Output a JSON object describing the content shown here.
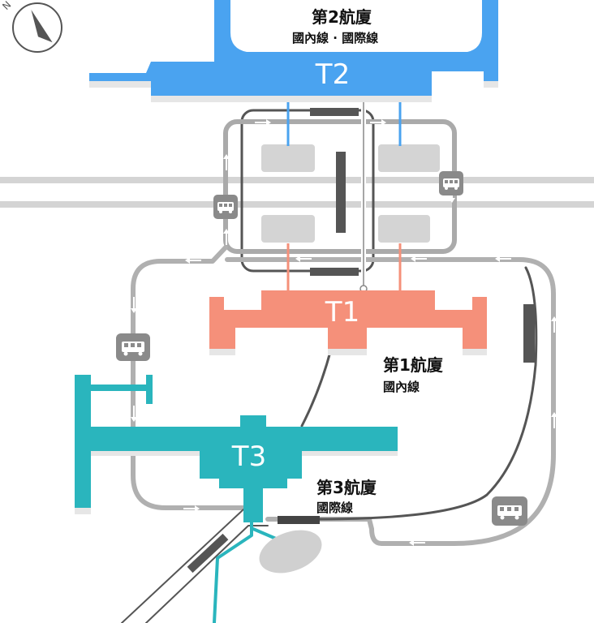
{
  "compass": {
    "letter": "N",
    "icon": "compass-icon"
  },
  "terminals": [
    {
      "code": "T2",
      "name": "第2航廈",
      "service": "國內線 · 國際線",
      "color": "#4aa3f0"
    },
    {
      "code": "T1",
      "name": "第1航廈",
      "service": "國內線",
      "color": "#f5907a"
    },
    {
      "code": "T3",
      "name": "第3航廈",
      "service": "國際線",
      "color": "#2ab5bd"
    }
  ],
  "icons": {
    "bus_stop": "bus-stop-icon",
    "one_way_arrow": "direction-arrow-icon",
    "parking": "parking-building-icon"
  },
  "colors": {
    "road": "#b0b0b0",
    "road_inner": "#555555",
    "parking": "#d3d3d3",
    "rail": "#555555",
    "highway": "#cfcfcf"
  }
}
